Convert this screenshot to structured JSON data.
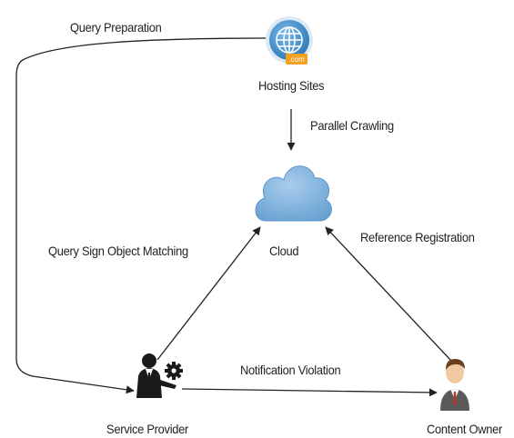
{
  "nodes": {
    "hosting": {
      "label": "Hosting Sites",
      "badge": ".com",
      "icon": "globe-icon"
    },
    "cloud": {
      "label": "Cloud",
      "icon": "cloud-icon"
    },
    "provider": {
      "label": "Service Provider",
      "icon": "service-provider-icon"
    },
    "owner": {
      "label": "Content Owner",
      "icon": "content-owner-icon"
    }
  },
  "edges": {
    "query_prep": "Query Preparation",
    "parallel_crawl": "Parallel Crawling",
    "query_sign": "Query Sign Object Matching",
    "ref_reg": "Reference Registration",
    "notification": "Notification Violation"
  },
  "colors": {
    "cloud": "#7fb3dc",
    "globe": "#4a90c8",
    "badge": "#f4a020",
    "line": "#222222"
  }
}
